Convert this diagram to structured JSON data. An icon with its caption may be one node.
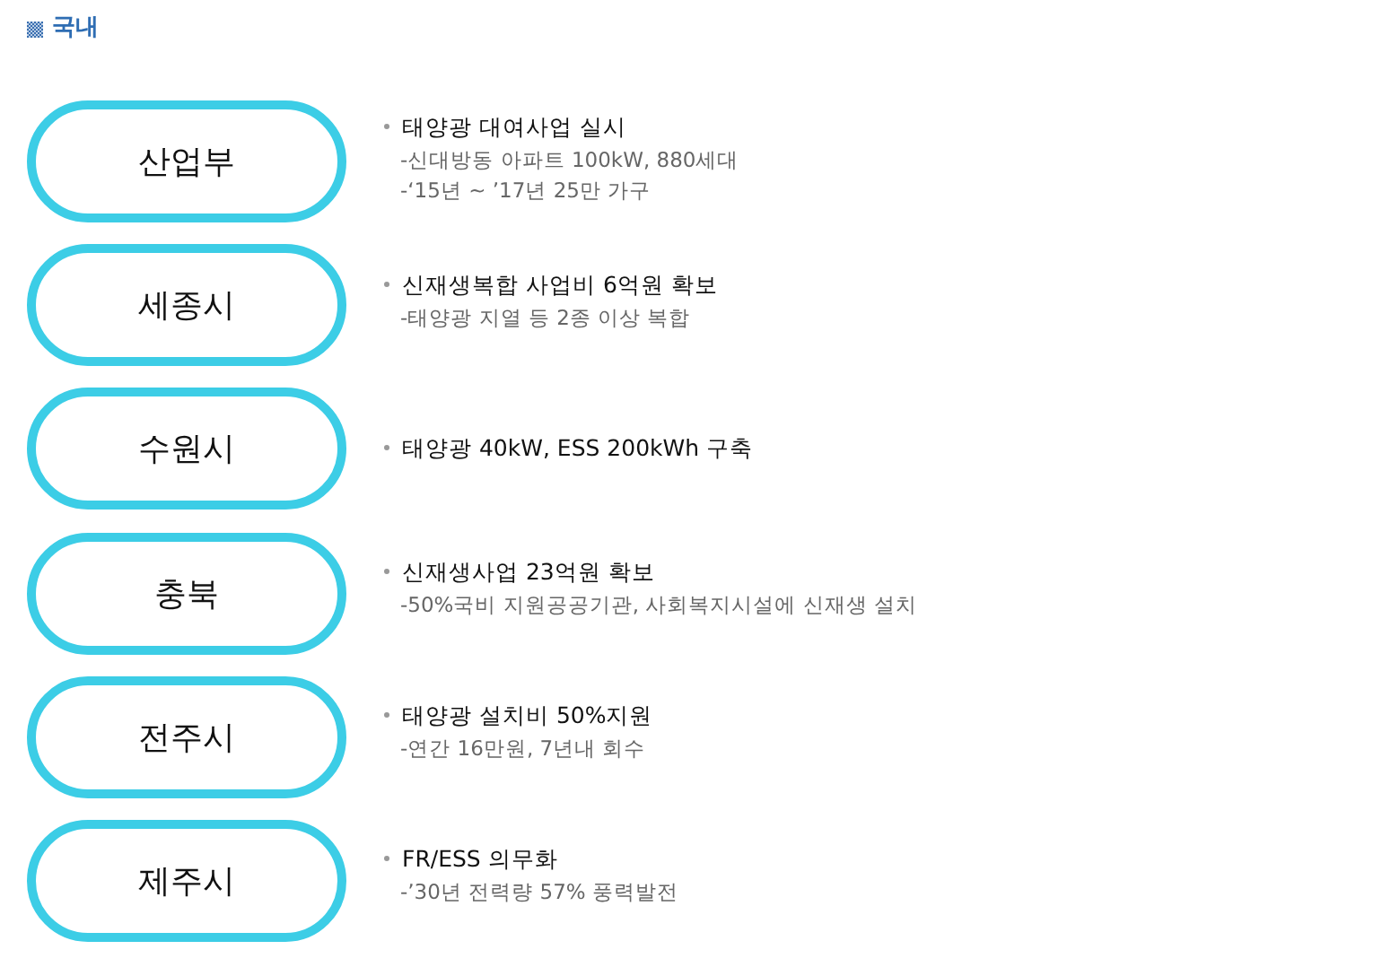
{
  "diagram": {
    "title": "국내",
    "nodes": [
      {
        "text": [
          "산업부"
        ],
        "beside": [
          "태양광 대여사업 실시",
          "-신대방동 아파트 100kW, 880세대",
          "-‘15년 ~ ’17년 25만 가구"
        ]
      },
      {
        "text": [
          "세종시"
        ],
        "beside": [
          "신재생복합 사업비 6억원 확보",
          "-태양광 지열 등 2종 이상 복합"
        ]
      },
      {
        "text": [
          "수원시"
        ],
        "beside": [
          "태양광 40kW, ESS 200kWh 구축"
        ]
      },
      {
        "text": [
          "충북"
        ],
        "beside": [
          "신재생사업 23억원 확보",
          "-50%국비 지원공공기관, 사회복지시설에 신재생 설치"
        ]
      },
      {
        "text": [
          "전주시"
        ],
        "beside": [
          "태양광 설치비 50%지원",
          "-연간 16만원, 7년내 회수"
        ]
      },
      {
        "text": [
          "제주시"
        ],
        "beside": [
          "FR/ESS 의무화",
          "-’30년 전력량 57% 풍력발전"
        ]
      }
    ]
  }
}
